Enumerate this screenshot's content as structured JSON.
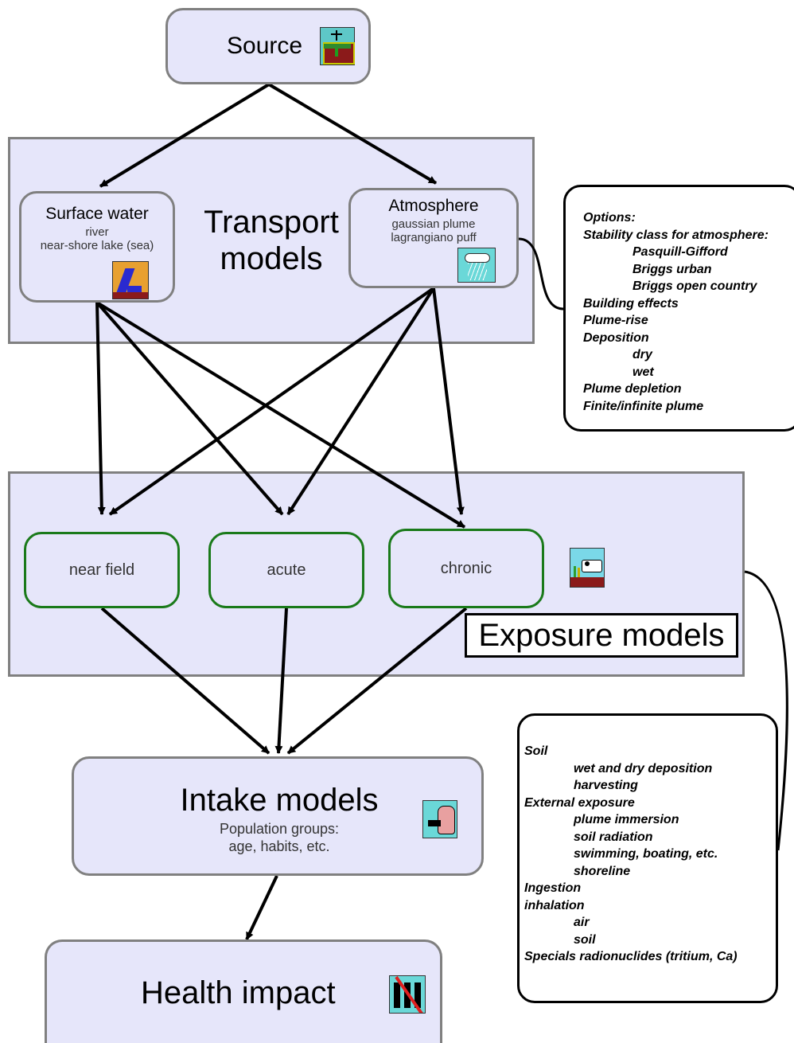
{
  "source": {
    "label": "Source"
  },
  "transport": {
    "title_line1": "Transport",
    "title_line2": "models",
    "surface_water": {
      "title": "Surface water",
      "line1": "river",
      "line2": "near-shore lake (sea)"
    },
    "atmosphere": {
      "title": "Atmosphere",
      "line1": "gaussian plume",
      "line2": "lagrangiano puff"
    }
  },
  "atmosphere_options": {
    "lines": [
      "Options:",
      "Stability class for atmosphere:",
      "Pasquill-Gifford",
      "Briggs urban",
      "Briggs open country",
      "Building effects",
      "Plume-rise",
      "Deposition",
      "dry",
      "wet",
      "Plume depletion",
      "Finite/infinite plume"
    ]
  },
  "exposure": {
    "title": "Exposure models",
    "near_field": "near field",
    "acute": "acute",
    "chronic": "chronic"
  },
  "exposure_notes": {
    "lines": [
      "Soil",
      "wet and dry deposition",
      "harvesting",
      "External exposure",
      "plume immersion",
      "soil radiation",
      "swimming, boating, etc.",
      "shoreline",
      "Ingestion",
      "inhalation",
      "air",
      "soil",
      "Specials radionuclides (tritium, Ca)"
    ]
  },
  "intake": {
    "title": "Intake models",
    "line1": "Population groups:",
    "line2": "age, habits, etc."
  },
  "health": {
    "title": "Health impact"
  },
  "icons": [
    "source-icon",
    "river-icon",
    "rain-cloud-icon",
    "cow-field-icon",
    "eating-person-icon",
    "people-crossed-icon"
  ]
}
